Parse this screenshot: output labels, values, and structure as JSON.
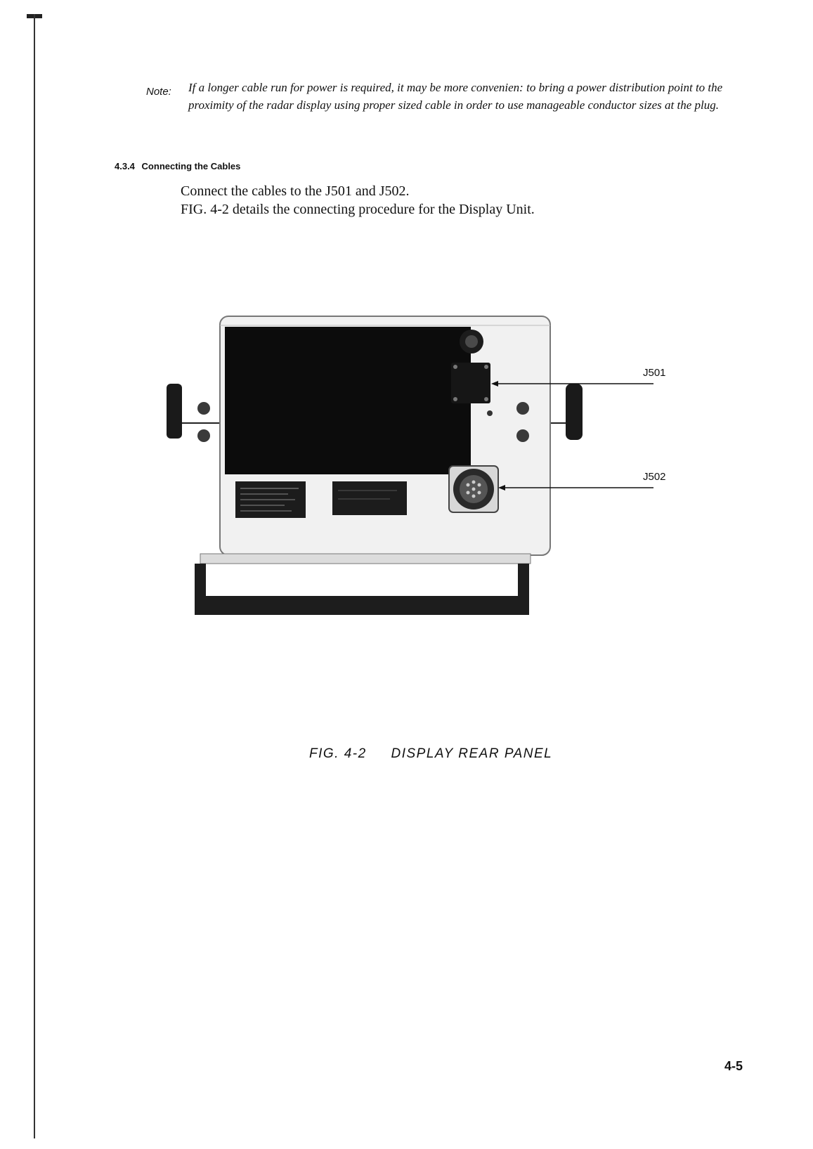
{
  "note": {
    "label": "Note:",
    "text": "If a longer cable run for power is required, it may be more convenien: to bring a power distribution point to the proximity of the radar display using proper sized cable in order to use manageable conductor sizes at the plug."
  },
  "section": {
    "number": "4.3.4",
    "title": "Connecting the Cables"
  },
  "paragraphs": [
    "Connect the cables to the J501 and J502.",
    "FIG. 4-2 details the connecting procedure for the Display Unit."
  ],
  "figure": {
    "callouts": [
      "J501",
      "J502"
    ],
    "caption_number": "FIG. 4-2",
    "caption_title": "DISPLAY REAR PANEL"
  },
  "page_number": "4-5"
}
